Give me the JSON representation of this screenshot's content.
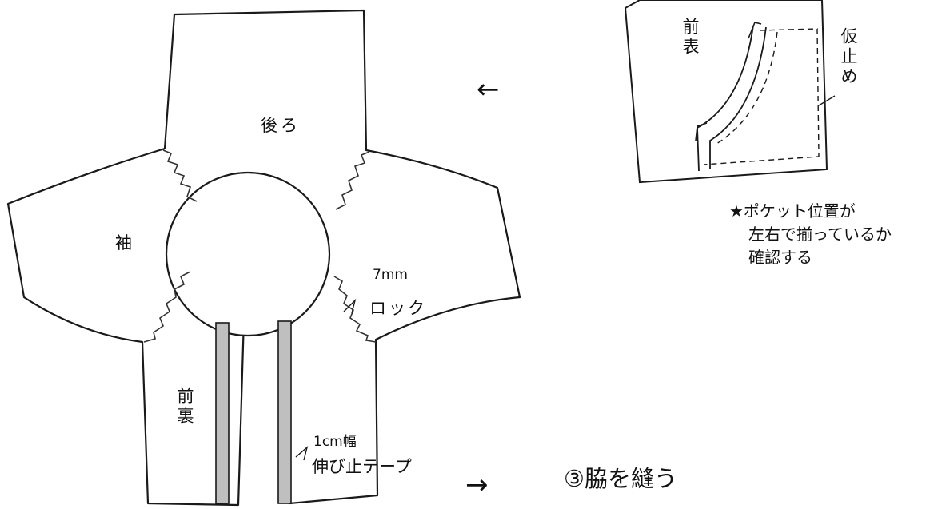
{
  "labels": {
    "back": "後ろ",
    "sleeve": "袖",
    "front_lining": "前裏",
    "front_outer": "前表",
    "basting": "仮止め",
    "stitch_size": "7mm",
    "stitch_type": "ロック",
    "tape_width": "1cm幅",
    "tape_name": "伸び止テープ",
    "pocket_note": [
      "★ポケット位置が",
      "左右で揃っているか",
      "確認する"
    ],
    "step": "③脇を縫う"
  },
  "arrows": {
    "left": "←",
    "right": "→"
  }
}
